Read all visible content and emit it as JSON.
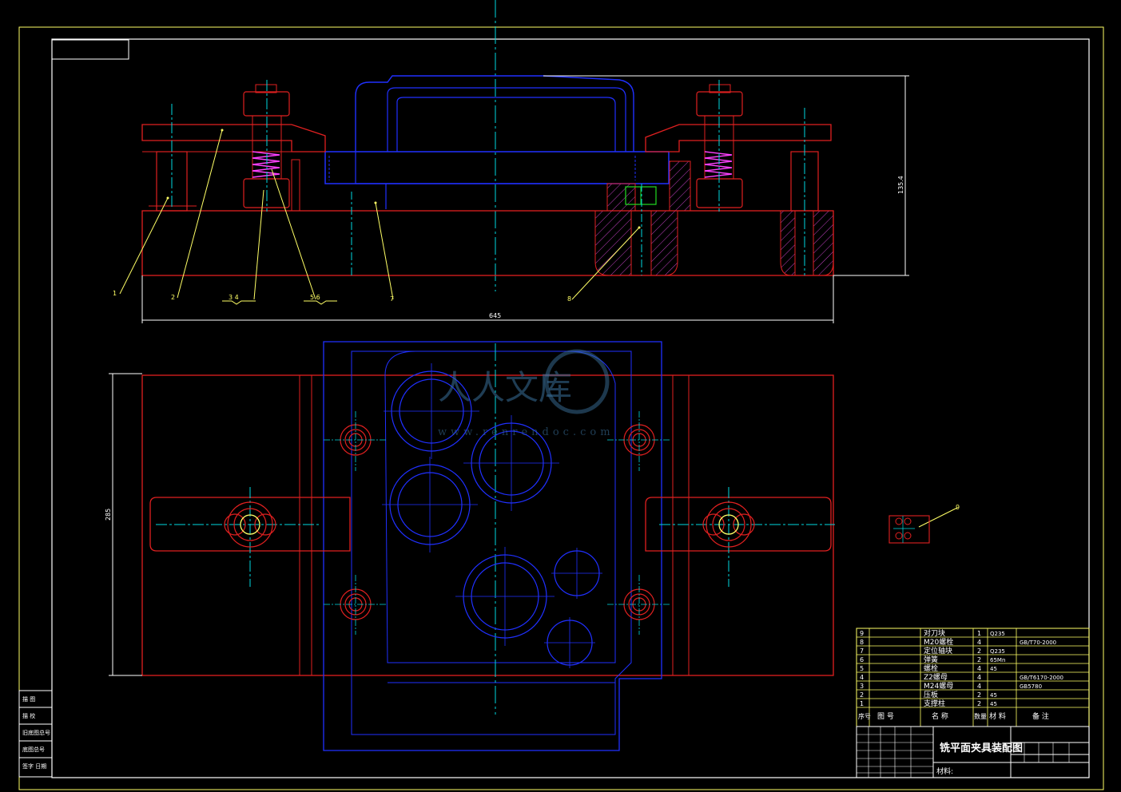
{
  "colors": {
    "background": "#000000",
    "border": "#ffff66",
    "outline": "#ffffff",
    "part_red": "#e02020",
    "part_blue": "#2030ff",
    "centerline": "#00d8e0",
    "hatch": "#c040c0",
    "spring": "#ff40ff",
    "leader": "#ffff66"
  },
  "watermark": {
    "title": "人人文库",
    "url": "www.renrendoc.com"
  },
  "dimensions": {
    "overall_width": "645",
    "overall_height": "135.4",
    "plan_height": "285"
  },
  "callouts": {
    "c1": "1",
    "c2": "2",
    "c34": "3   4",
    "c56": "5   6",
    "c7": "7",
    "c8": "8",
    "c9": "9"
  },
  "bom": {
    "rows": [
      {
        "no": "9",
        "name": "对刀块",
        "qty": "1",
        "material": "Q235",
        "remark": ""
      },
      {
        "no": "8",
        "name": "M20螺栓",
        "qty": "4",
        "material": "",
        "remark": "GB/T70-2000"
      },
      {
        "no": "7",
        "name": "定位轴块",
        "qty": "2",
        "material": "Q235",
        "remark": ""
      },
      {
        "no": "6",
        "name": "弹簧",
        "qty": "2",
        "material": "65Mn",
        "remark": ""
      },
      {
        "no": "5",
        "name": "螺栓",
        "qty": "4",
        "material": "45",
        "remark": ""
      },
      {
        "no": "4",
        "name": "Z2螺母",
        "qty": "4",
        "material": "",
        "remark": "GB/T6170-2000"
      },
      {
        "no": "3",
        "name": "M24螺母",
        "qty": "4",
        "material": "",
        "remark": "GB5780"
      },
      {
        "no": "2",
        "name": "压板",
        "qty": "2",
        "material": "45",
        "remark": ""
      },
      {
        "no": "1",
        "name": "支撑柱",
        "qty": "2",
        "material": "45",
        "remark": ""
      }
    ],
    "header": {
      "no": "序号",
      "code": "图  号",
      "name": "名  称",
      "qty": "数量",
      "material": "材  料",
      "remark": "备  注"
    }
  },
  "title_block": {
    "drawing_title": "铣平面夹具装配图",
    "material_label": "材料:"
  },
  "left_table": {
    "rows": [
      "描  图",
      "描  校",
      "旧底图总号",
      "底图总号",
      "签字  日期"
    ]
  }
}
